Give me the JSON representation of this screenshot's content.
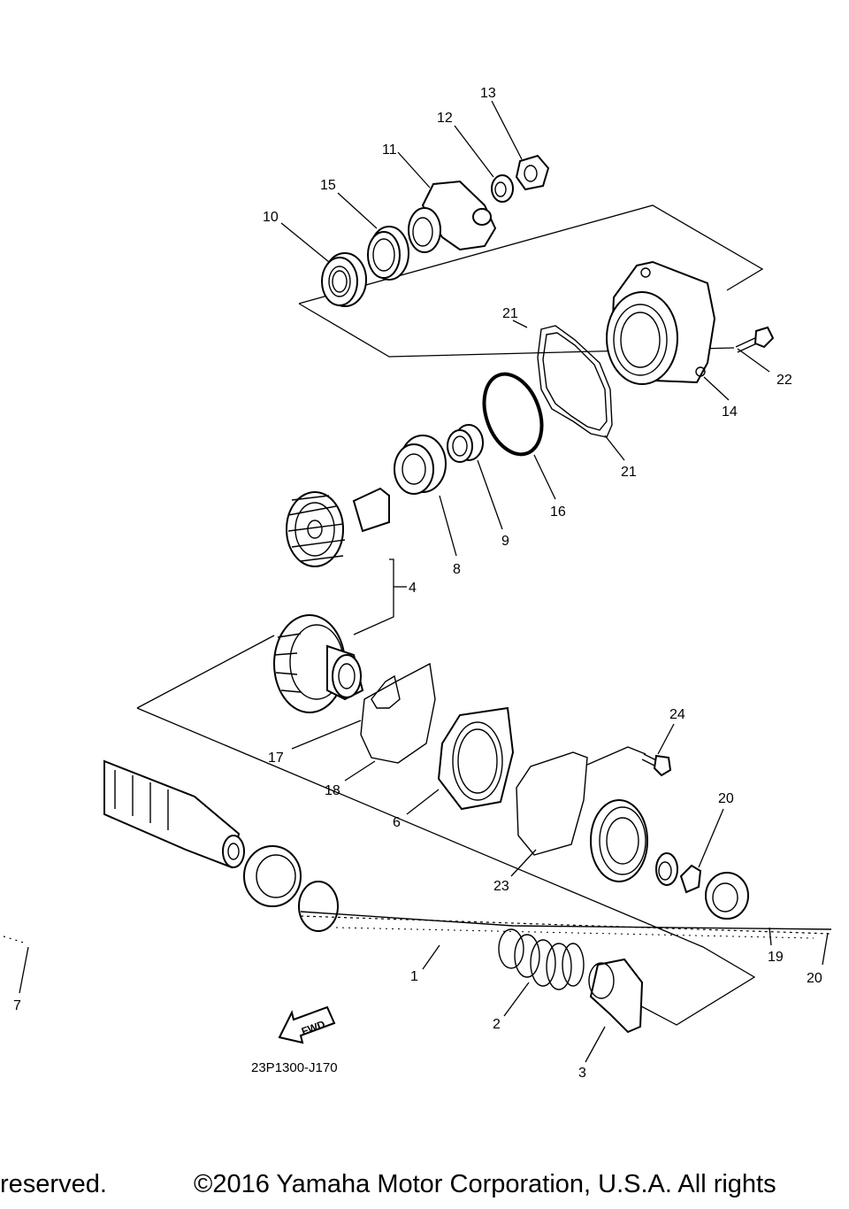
{
  "callouts": [
    "1",
    "2",
    "3",
    "4",
    "6",
    "7",
    "8",
    "9",
    "10",
    "11",
    "12",
    "13",
    "14",
    "15",
    "16",
    "17",
    "18",
    "19",
    "20",
    "20",
    "21",
    "21",
    "22",
    "23",
    "24"
  ],
  "diagram_code": "23P1300-J170",
  "fwd_label": "FWD",
  "footer": {
    "left_text": "reserved.",
    "right_text": "©2016 Yamaha Motor Corporation, U.S.A. All rights"
  }
}
